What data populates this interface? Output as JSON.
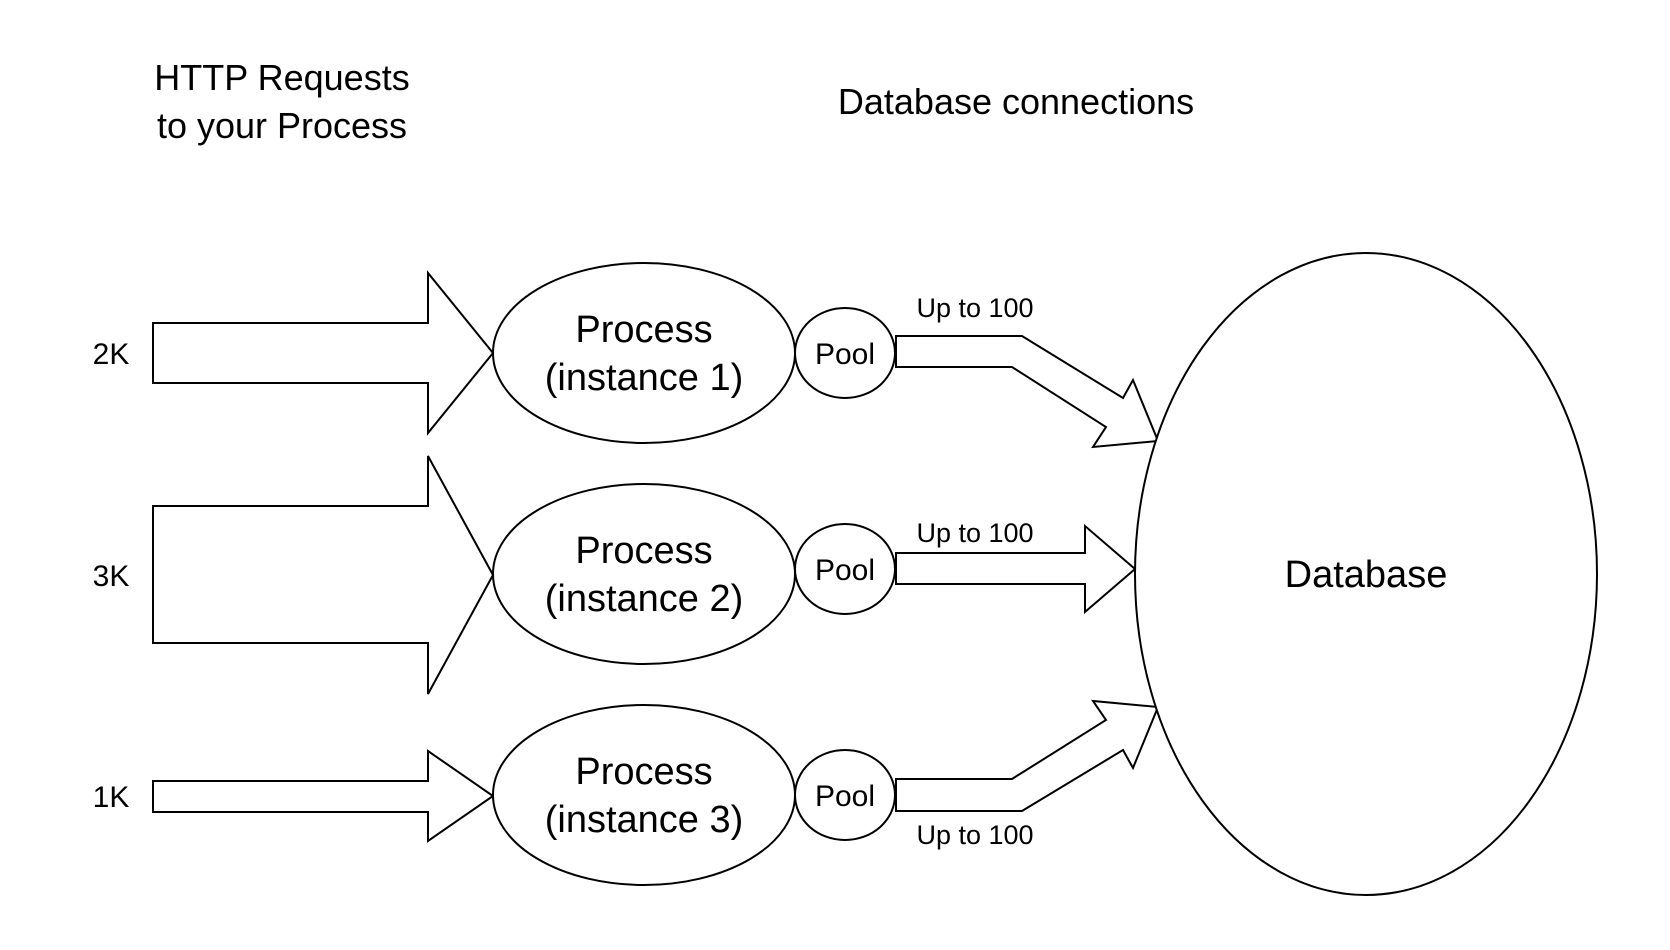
{
  "headings": {
    "http_line1": "HTTP Requests",
    "http_line2": "to your Process",
    "db_connections": "Database connections"
  },
  "instances": [
    {
      "requests": "2K",
      "process_line1": "Process",
      "process_line2": "(instance 1)",
      "pool": "Pool",
      "connection_limit": "Up to 100"
    },
    {
      "requests": "3K",
      "process_line1": "Process",
      "process_line2": "(instance 2)",
      "pool": "Pool",
      "connection_limit": "Up to 100"
    },
    {
      "requests": "1K",
      "process_line1": "Process",
      "process_line2": "(instance 3)",
      "pool": "Pool",
      "connection_limit": "Up to 100"
    }
  ],
  "database": {
    "label": "Database"
  }
}
